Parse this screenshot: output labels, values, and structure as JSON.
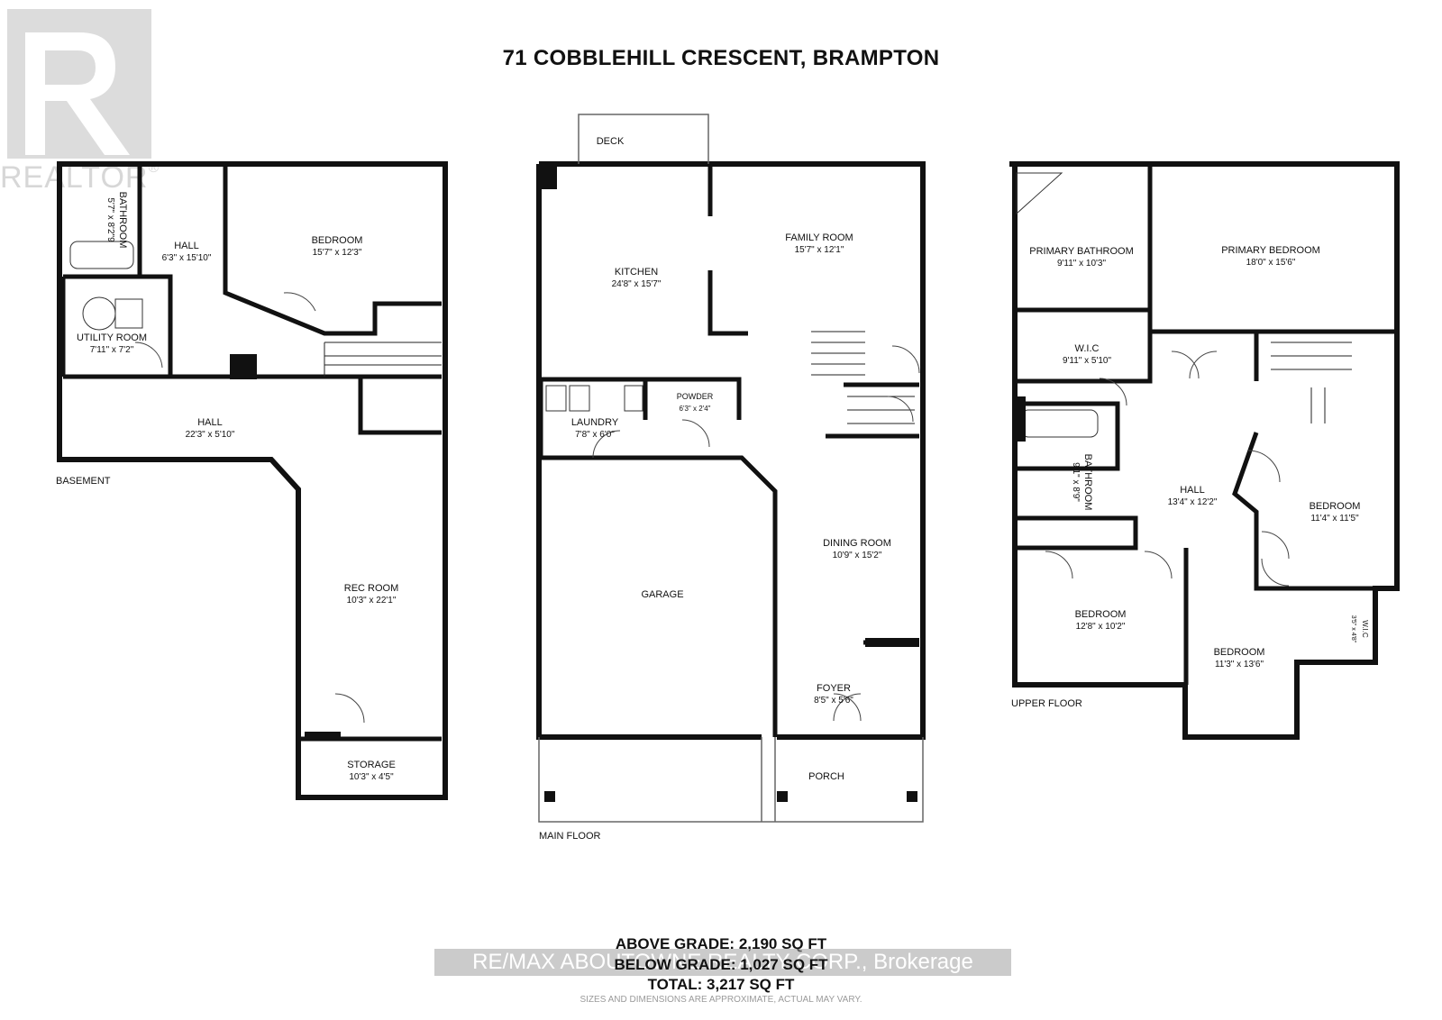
{
  "title": "71 COBBLEHILL CRESCENT, BRAMPTON",
  "logo": {
    "text": "REALTOR",
    "mark": "®"
  },
  "floors": {
    "basement": {
      "name": "BASEMENT",
      "rooms": [
        {
          "name": "BATHROOM",
          "dim": "5'7\" x 8'2\"9"
        },
        {
          "name": "HALL",
          "dim": "6'3\" x 15'10\""
        },
        {
          "name": "BEDROOM",
          "dim": "15'7\" x 12'3\""
        },
        {
          "name": "UTILITY ROOM",
          "dim": "7'11\" x 7'2\""
        },
        {
          "name": "HALL",
          "dim": "22'3\" x 5'10\""
        },
        {
          "name": "REC ROOM",
          "dim": "10'3\" x 22'1\""
        },
        {
          "name": "STORAGE",
          "dim": "10'3\" x 4'5\""
        }
      ]
    },
    "main": {
      "name": "MAIN FLOOR",
      "rooms": [
        {
          "name": "DECK",
          "dim": ""
        },
        {
          "name": "KITCHEN",
          "dim": "24'8\" x 15'7\""
        },
        {
          "name": "FAMILY ROOM",
          "dim": "15'7\" x 12'1\""
        },
        {
          "name": "LAUNDRY",
          "dim": "7'8\" x 6'0\""
        },
        {
          "name": "POWDER",
          "dim": "6'3\" x 2'4\""
        },
        {
          "name": "GARAGE",
          "dim": ""
        },
        {
          "name": "DINING ROOM",
          "dim": "10'9\" x 15'2\""
        },
        {
          "name": "FOYER",
          "dim": "8'5\" x 5'6\""
        },
        {
          "name": "PORCH",
          "dim": ""
        }
      ]
    },
    "upper": {
      "name": "UPPER FLOOR",
      "rooms": [
        {
          "name": "PRIMARY BATHROOM",
          "dim": "9'11\" x 10'3\""
        },
        {
          "name": "PRIMARY BEDROOM",
          "dim": "18'0\" x 15'6\""
        },
        {
          "name": "W.I.C",
          "dim": "9'11\" x 5'10\""
        },
        {
          "name": "BATHROOM",
          "dim": "9'1\" x 8'9\""
        },
        {
          "name": "HALL",
          "dim": "13'4\" x 12'2\""
        },
        {
          "name": "BEDROOM",
          "dim": "11'4\" x 11'5\""
        },
        {
          "name": "BEDROOM",
          "dim": "12'8\" x 10'2\""
        },
        {
          "name": "BEDROOM",
          "dim": "11'3\" x 13'6\""
        },
        {
          "name": "W.I.C",
          "dim": "3'5\" x 4'8\""
        }
      ]
    }
  },
  "footer": {
    "above": "ABOVE GRADE: 2,190 SQ FT",
    "below": "BELOW GRADE: 1,027 SQ FT",
    "total": "TOTAL: 3,217 SQ FT",
    "watermark": "RE/MAX ABOUTOWNE REALTY CORP., Brokerage",
    "note": "SIZES AND DIMENSIONS ARE APPROXIMATE, ACTUAL MAY VARY."
  }
}
